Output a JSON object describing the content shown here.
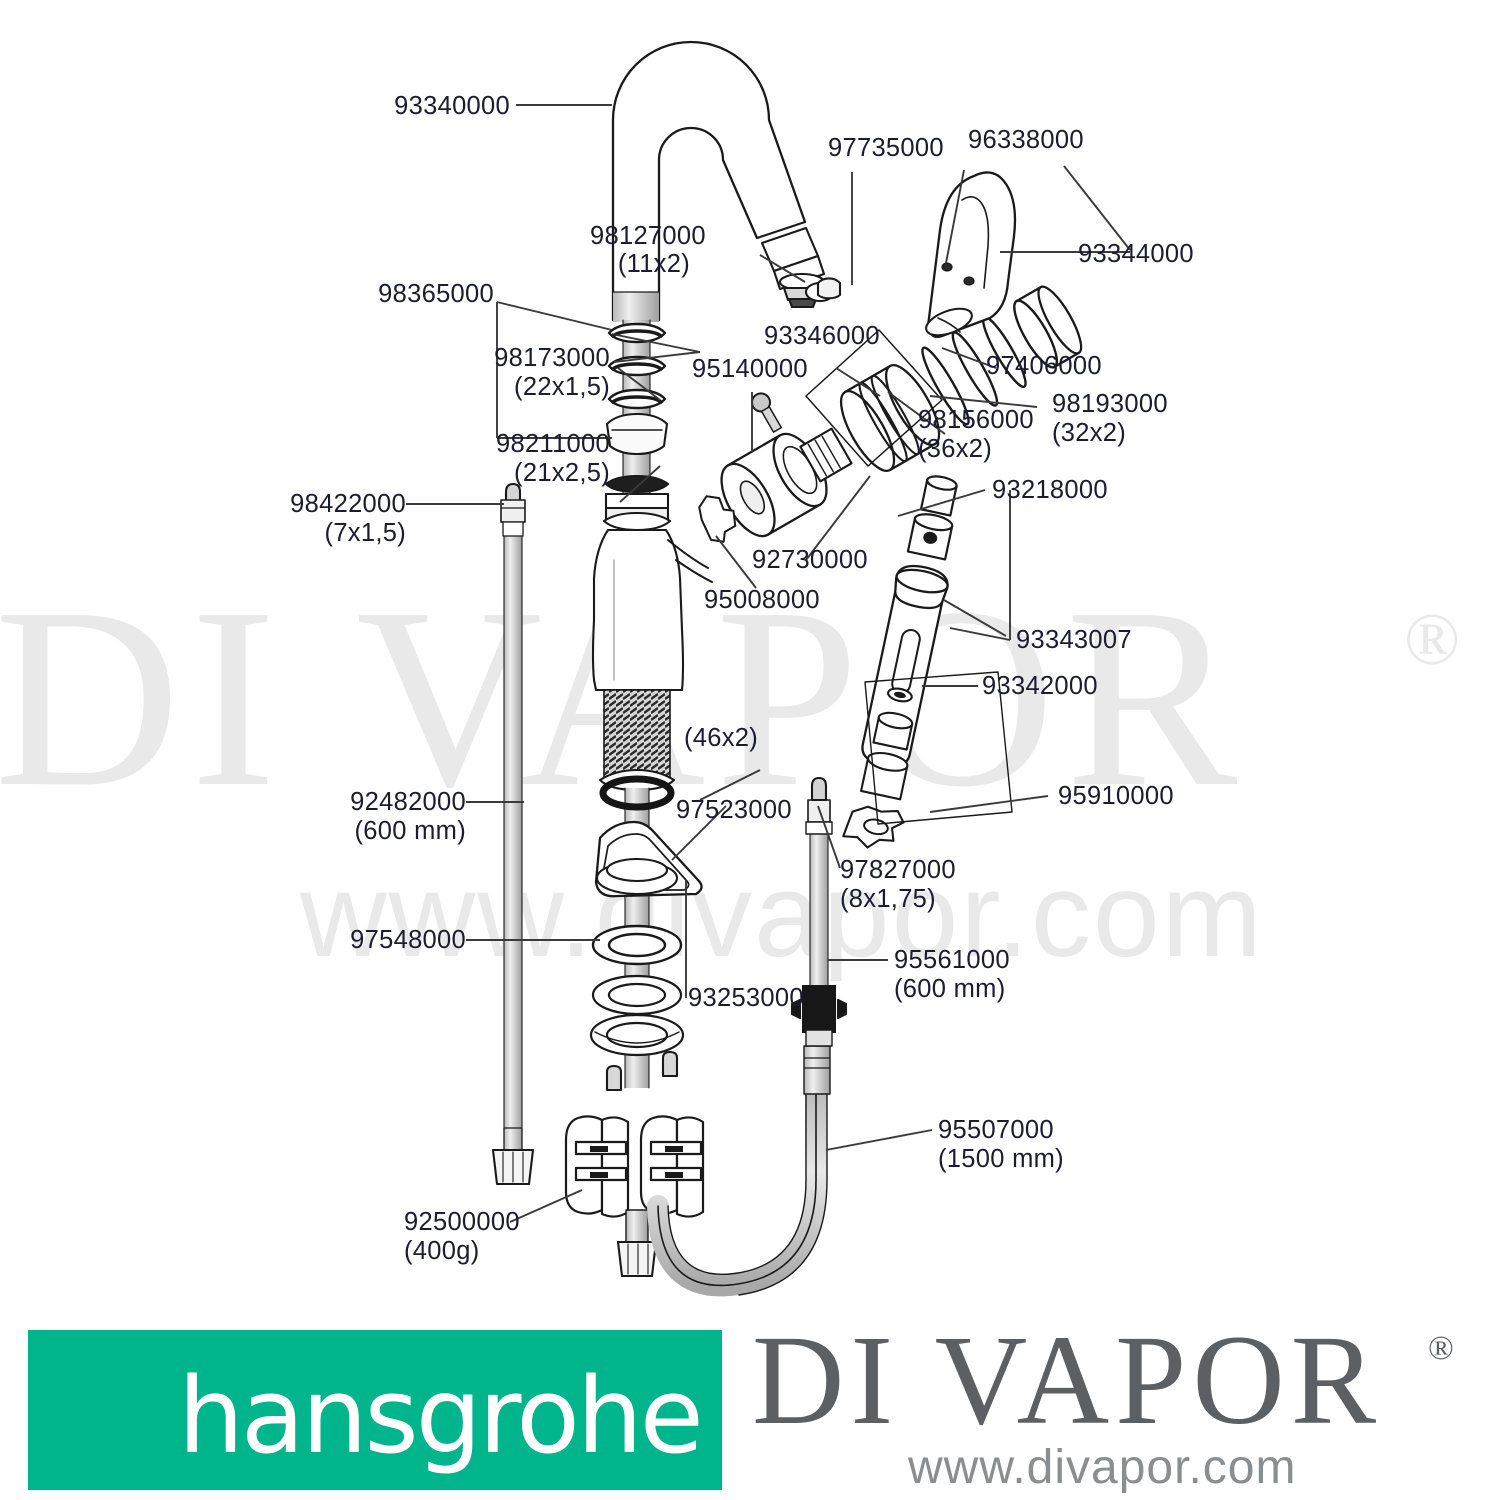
{
  "diagram": {
    "title": "hansgrohe exploded parts diagram",
    "brand": "hansgrohe",
    "brand_color": "#00b48c",
    "watermark_text": "DI VAPOR",
    "watermark_registered": "®",
    "watermark_url": "www.divapor.com"
  },
  "footer": {
    "brand_word": "hansgrohe",
    "vendor_word": "DI VAPOR",
    "vendor_registered": "®",
    "vendor_url": "www.divapor.com"
  },
  "parts": [
    {
      "id": "p1",
      "code": "93340000",
      "size": "",
      "name": "spout-tube"
    },
    {
      "id": "p2",
      "code": "97735000",
      "size": "",
      "name": "aerator-plug"
    },
    {
      "id": "p3",
      "code": "96338000",
      "size": "",
      "name": "handle-screw-cover"
    },
    {
      "id": "p4",
      "code": "93344000",
      "size": "",
      "name": "lever-handle"
    },
    {
      "id": "p5",
      "code": "98127000",
      "size": "(11x2)",
      "name": "o-ring-11x2"
    },
    {
      "id": "p6",
      "code": "98365000",
      "size": "",
      "name": "o-ring-set"
    },
    {
      "id": "p7",
      "code": "98173000",
      "size": "(22x1,5)",
      "name": "o-ring-22x1-5"
    },
    {
      "id": "p8",
      "code": "93346000",
      "size": "",
      "name": "cartridge-sleeve"
    },
    {
      "id": "p9",
      "code": "95140000",
      "size": "",
      "name": "retaining-screw"
    },
    {
      "id": "p10",
      "code": "97406000",
      "size": "",
      "name": "spacer-ring"
    },
    {
      "id": "p11",
      "code": "98193000",
      "size": "(32x2)",
      "name": "o-ring-32x2"
    },
    {
      "id": "p12",
      "code": "98156000",
      "size": "(36x2)",
      "name": "o-ring-36x2"
    },
    {
      "id": "p13",
      "code": "98211000",
      "size": "(21x2,5)",
      "name": "o-ring-21x2-5"
    },
    {
      "id": "p14",
      "code": "98422000",
      "size": "(7x1,5)",
      "name": "o-ring-7x1-5"
    },
    {
      "id": "p15",
      "code": "92730000",
      "size": "",
      "name": "cartridge"
    },
    {
      "id": "p16",
      "code": "95008000",
      "size": "",
      "name": "cartridge-clip"
    },
    {
      "id": "p17",
      "code": "93218000",
      "size": "",
      "name": "spray-nozzle-set"
    },
    {
      "id": "p18",
      "code": "93343007",
      "size": "",
      "name": "pull-out-spray-head"
    },
    {
      "id": "p19",
      "code": "93342000",
      "size": "",
      "name": "spray-head-service-kit"
    },
    {
      "id": "p20",
      "code": "95910000",
      "size": "",
      "name": "retaining-clip"
    },
    {
      "id": "p21",
      "code": "92482000",
      "size": "(600 mm)",
      "name": "flexible-hose-600"
    },
    {
      "id": "p22",
      "code": "97523000",
      "size": "",
      "name": "stabiliser-plate"
    },
    {
      "id": "p23",
      "code": "97548000",
      "size": "",
      "name": "washer"
    },
    {
      "id": "p24",
      "code": "93253000",
      "size": "",
      "name": "base-gasket-set"
    },
    {
      "id": "p25",
      "code": "97827000",
      "size": "(8x1,75)",
      "name": "o-ring-8x1-75"
    },
    {
      "id": "p26",
      "code": "95561000",
      "size": "(600 mm)",
      "name": "connection-hose-600"
    },
    {
      "id": "p27",
      "code": "95507000",
      "size": "(1500 mm)",
      "name": "pull-out-hose-1500"
    },
    {
      "id": "p28",
      "code": "92500000",
      "size": "(400g)",
      "name": "counterweight-400g"
    },
    {
      "id": "p29",
      "code": "",
      "size": "(46x2)",
      "name": "o-ring-46x2"
    }
  ]
}
